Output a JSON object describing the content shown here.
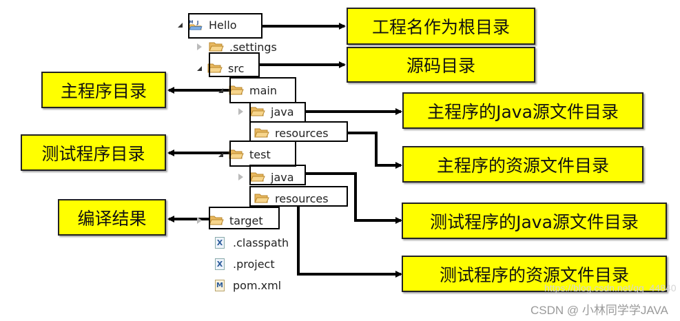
{
  "tree": {
    "items": [
      {
        "name": "Hello",
        "icon": "maven-project-icon",
        "twisty": "open"
      },
      {
        "name": ".settings",
        "icon": "folder-icon",
        "twisty": "closed"
      },
      {
        "name": "src",
        "icon": "folder-icon",
        "twisty": "open"
      },
      {
        "name": "main",
        "icon": "folder-icon",
        "twisty": "open"
      },
      {
        "name": "java",
        "icon": "folder-icon",
        "twisty": "closed"
      },
      {
        "name": "resources",
        "icon": "folder-icon",
        "twisty": "none"
      },
      {
        "name": "test",
        "icon": "folder-icon",
        "twisty": "open"
      },
      {
        "name": "java",
        "icon": "folder-icon",
        "twisty": "closed"
      },
      {
        "name": "resources",
        "icon": "folder-icon",
        "twisty": "none"
      },
      {
        "name": "target",
        "icon": "folder-icon",
        "twisty": "closed"
      },
      {
        "name": ".classpath",
        "icon": "xml-file-icon",
        "glyph": "X"
      },
      {
        "name": ".project",
        "icon": "xml-file-icon",
        "glyph": "X"
      },
      {
        "name": "pom.xml",
        "icon": "maven-pom-icon",
        "glyph": "M"
      }
    ]
  },
  "labels": {
    "root": "工程名作为根目录",
    "src": "源码目录",
    "main": "主程序目录",
    "main_java": "主程序的Java源文件目录",
    "main_resources": "主程序的资源文件目录",
    "test": "测试程序目录",
    "test_java": "测试程序的Java源文件目录",
    "target": "编译结果",
    "test_resources": "测试程序的资源文件目录"
  },
  "colors": {
    "label_bg": "#ffff00",
    "line": "#000000",
    "folder": "#f2c56b"
  },
  "watermark": {
    "url": "https://blog.csdn.net/qq_44840",
    "credit": "CSDN @ 小林同学学JAVA"
  }
}
